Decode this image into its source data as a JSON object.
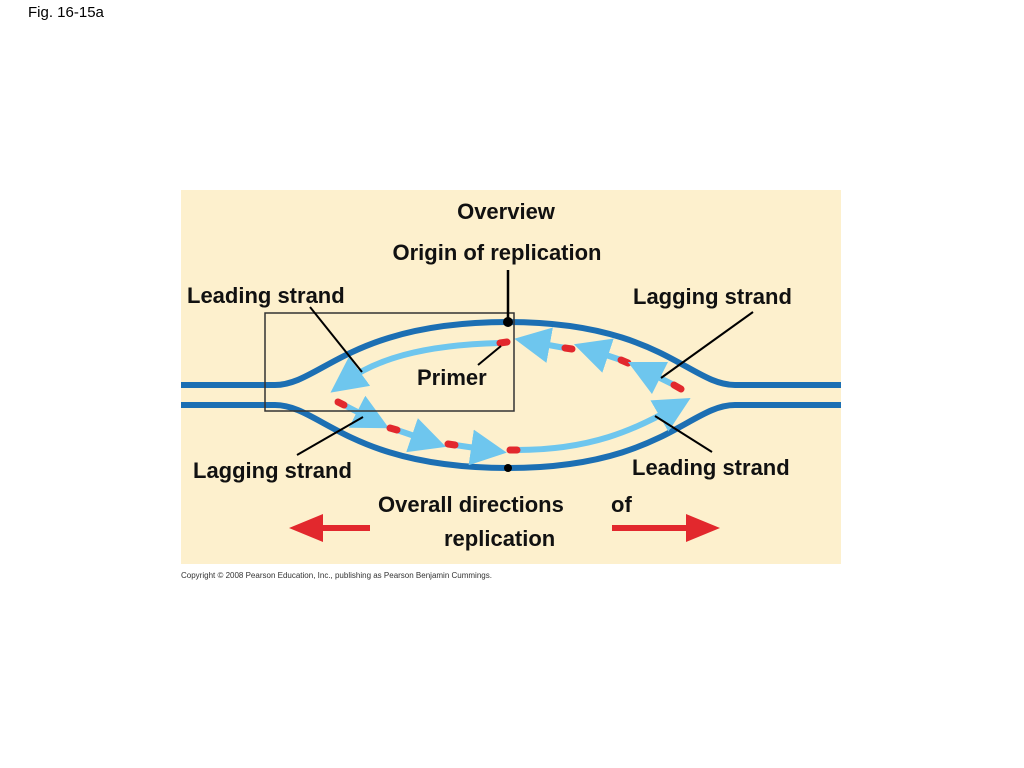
{
  "figure_label": "Fig. 16-15a",
  "title": "Overview",
  "labels": {
    "origin": "Origin of replication",
    "leading_top": "Leading strand",
    "lagging_top": "Lagging strand",
    "primer": "Primer",
    "lagging_bottom": "Lagging strand",
    "leading_bottom": "Leading strand",
    "overall_line1": "Overall directions",
    "overall_of": "of",
    "overall_line2": "replication"
  },
  "copyright": "Copyright © 2008 Pearson Education, Inc., publishing as Pearson Benjamin Cummings.",
  "colors": {
    "panel_background": "#fdf0cd",
    "parental_dna": "#1c6fb3",
    "new_strand": "#6ec6ee",
    "primer": "#e2282d",
    "direction_arrow": "#e2282d"
  }
}
